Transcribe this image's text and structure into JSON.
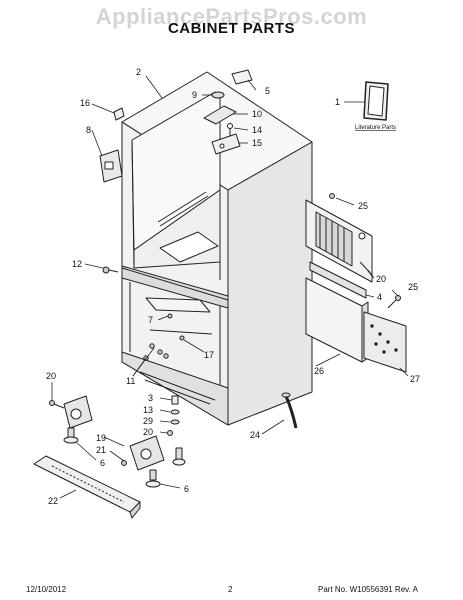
{
  "watermark": "AppliancePartsPros.com",
  "title": "CABINET PARTS",
  "literature_label": "Literature Parts",
  "callouts": [
    "1",
    "2",
    "3",
    "4",
    "5",
    "6",
    "6",
    "7",
    "8",
    "9",
    "10",
    "11",
    "12",
    "13",
    "14",
    "15",
    "16",
    "17",
    "19",
    "20",
    "20",
    "20",
    "21",
    "22",
    "24",
    "25",
    "25",
    "26",
    "27",
    "29"
  ],
  "footer": {
    "date": "12/10/2012",
    "page": "2",
    "part": "Part No. W10556391  Rev. A"
  }
}
